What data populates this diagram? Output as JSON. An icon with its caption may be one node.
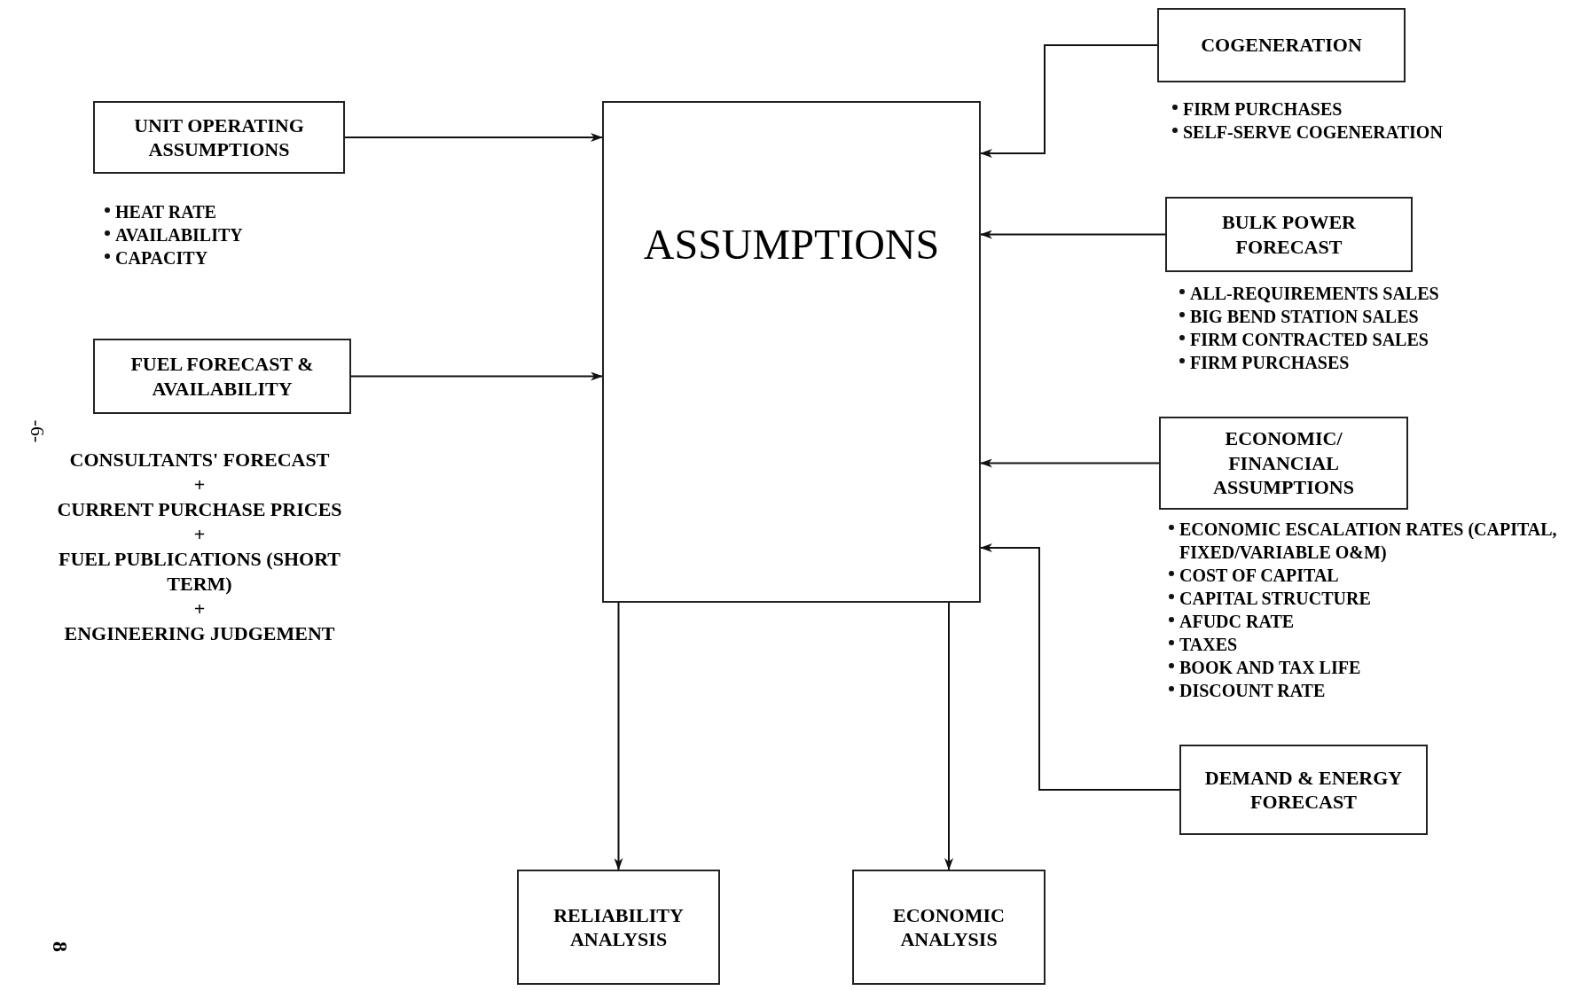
{
  "diagram": {
    "nodes": [
      {
        "text": [
          "UNIT OPERATING ASSUMPTIONS"
        ],
        "beside": [
          "HEAT RATE",
          "AVAILABILITY",
          "CAPACITY"
        ]
      },
      {
        "text": [
          "FUEL FORECAST & AVAILABILITY"
        ]
      },
      {
        "text": [
          "ASSUMPTIONS"
        ]
      },
      {
        "text": [
          "COGENERATION"
        ],
        "beside": [
          "FIRM PURCHASES",
          "SELF-SERVE COGENERATION"
        ]
      },
      {
        "text": [
          "BULK POWER FORECAST"
        ],
        "beside": [
          "ALL-REQUIREMENTS SALES",
          "BIG BEND STATION SALES",
          "FIRM CONTRACTED SALES",
          "FIRM PURCHASES"
        ]
      },
      {
        "text": [
          "ECONOMIC/ FINANCIAL ASSUMPTIONS"
        ],
        "beside": [
          "ECONOMIC ESCALATION RATES (CAPITAL, FIXED/VARIABLE O&M)",
          "COST OF CAPITAL",
          "CAPITAL STRUCTURE",
          "AFUDC RATE",
          "TAXES",
          "BOOK AND TAX LIFE",
          "DISCOUNT RATE"
        ]
      },
      {
        "text": [
          "DEMAND & ENERGY FORECAST"
        ]
      },
      {
        "text": [
          "RELIABILITY ANALYSIS"
        ]
      },
      {
        "text": [
          "ECONOMIC ANALYSIS"
        ]
      }
    ],
    "edges": [
      {
        "from": 0,
        "to": 2,
        "arrow": "to"
      },
      {
        "from": 1,
        "to": 2,
        "arrow": "to"
      },
      {
        "from": 3,
        "to": 2,
        "arrow": "to"
      },
      {
        "from": 4,
        "to": 2,
        "arrow": "to"
      },
      {
        "from": 5,
        "to": 2,
        "arrow": "to"
      },
      {
        "from": 6,
        "to": 2,
        "arrow": "to"
      },
      {
        "from": 2,
        "to": 7,
        "arrow": "to"
      },
      {
        "from": 2,
        "to": 8,
        "arrow": "to"
      }
    ],
    "labels": [
      "-6-",
      "CONSULTANTS' FORECAST",
      "+",
      "CURRENT PURCHASE PRICES",
      "+",
      "FUEL PUBLICATIONS (SHORT TERM)",
      "+",
      "ENGINEERING JUDGEMENT",
      "8"
    ]
  }
}
